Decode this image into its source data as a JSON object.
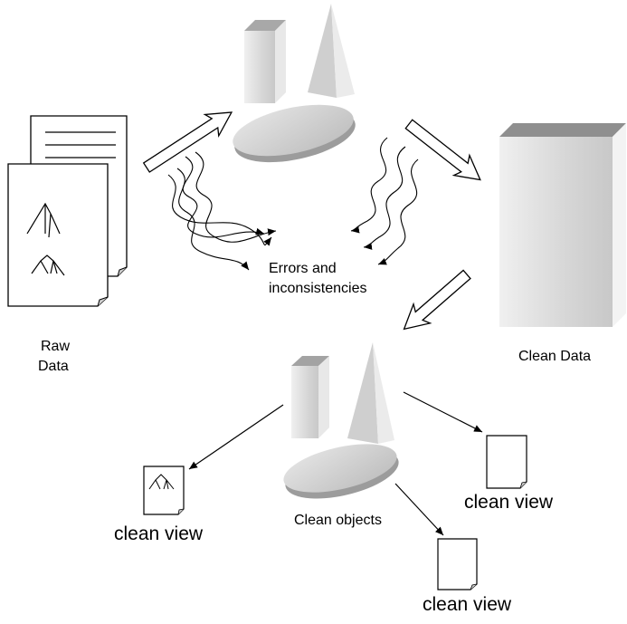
{
  "labels": {
    "raw_data_line1": "Raw",
    "raw_data_line2": "Data",
    "errors_line1": "Errors and",
    "errors_line2": "inconsistencies",
    "clean_data": "Clean Data",
    "clean_objects": "Clean objects",
    "clean_view_left": "clean view",
    "clean_view_right": "clean view",
    "clean_view_bottom": "clean view"
  },
  "colors": {
    "shape_fill": "#d8d8d8",
    "shape_dark": "#a9a9a9",
    "shape_light": "#ececec",
    "stroke": "#000000"
  }
}
